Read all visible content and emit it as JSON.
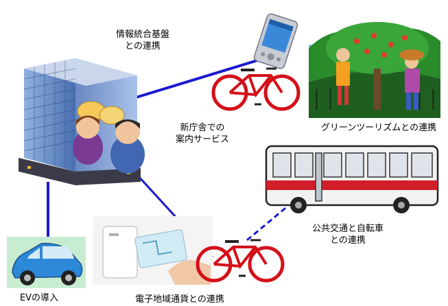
{
  "labels": {
    "info_platform": "情報統合基盤\nとの連携",
    "guide_service": "新庁舎での\n案内サービス",
    "green_tourism": "グリーンツーリズムとの連携",
    "public_transport": "公共交通と自転車\nとの連携",
    "ev": "EVの導入",
    "e_currency": "電子地域通貨との連携"
  },
  "colors": {
    "link": "#1a1ad0",
    "building_glass": "#6f8fc9",
    "bicycle": "#d4101a",
    "bus_stripe": "#d21e28",
    "ev_body": "#2e88d8"
  },
  "icons": [
    "building-icon",
    "people-icon",
    "pda-icon",
    "bicycle-icon",
    "tourism-picture",
    "bus-icon",
    "ev-car-icon",
    "ic-card-icon"
  ]
}
